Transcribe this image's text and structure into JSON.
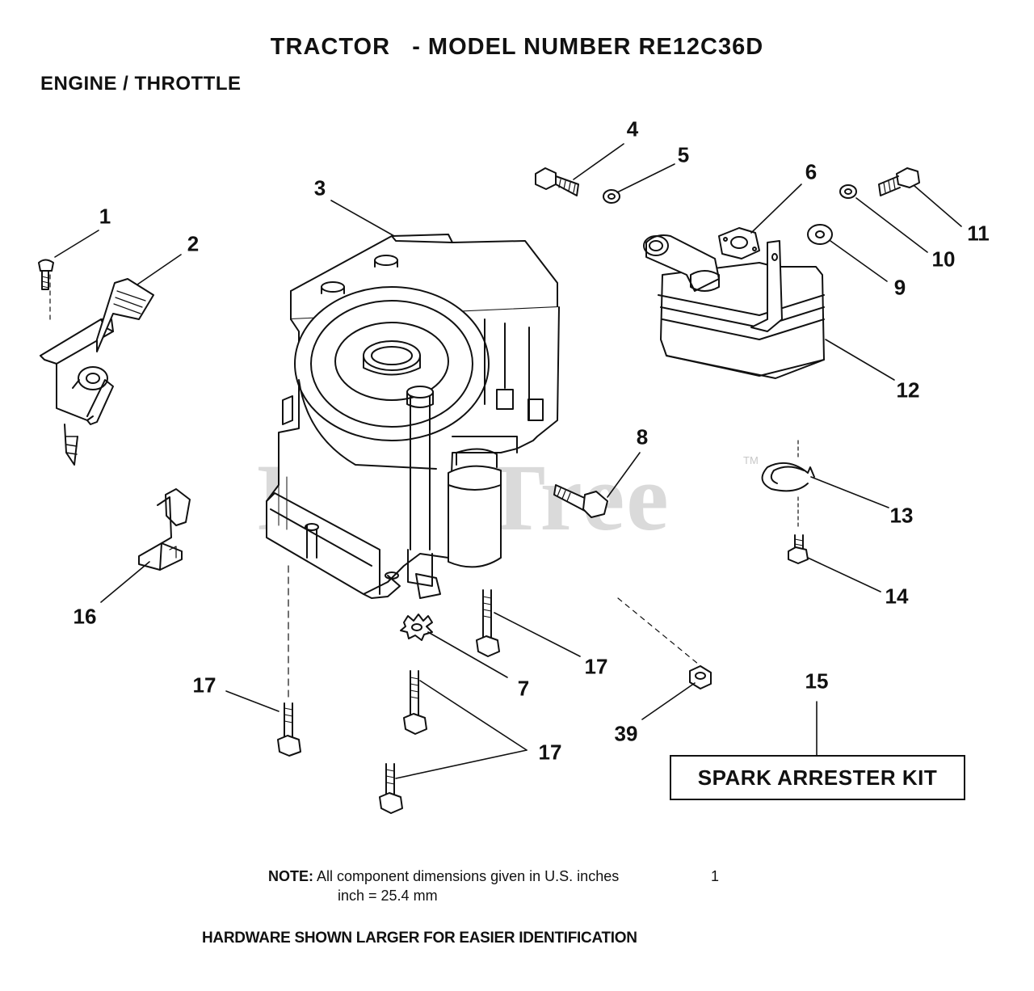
{
  "header": {
    "title": "TRACTOR   - MODEL NUMBER RE12C36D",
    "subtitle": "ENGINE / THROTTLE"
  },
  "watermark": {
    "text": "PartsTree",
    "tm": "TM"
  },
  "callouts": [
    {
      "id": "c1",
      "text": "1"
    },
    {
      "id": "c2",
      "text": "2"
    },
    {
      "id": "c3",
      "text": "3"
    },
    {
      "id": "c4",
      "text": "4"
    },
    {
      "id": "c5",
      "text": "5"
    },
    {
      "id": "c6",
      "text": "6"
    },
    {
      "id": "c7",
      "text": "7"
    },
    {
      "id": "c8",
      "text": "8"
    },
    {
      "id": "c9",
      "text": "9"
    },
    {
      "id": "c10",
      "text": "10"
    },
    {
      "id": "c11",
      "text": "11"
    },
    {
      "id": "c12",
      "text": "12"
    },
    {
      "id": "c13",
      "text": "13"
    },
    {
      "id": "c14",
      "text": "14"
    },
    {
      "id": "c15",
      "text": "15"
    },
    {
      "id": "c16",
      "text": "16"
    },
    {
      "id": "c17a",
      "text": "17"
    },
    {
      "id": "c17b",
      "text": "17"
    },
    {
      "id": "c17c",
      "text": "17"
    },
    {
      "id": "c39",
      "text": "39"
    }
  ],
  "kit_box": {
    "label": "SPARK ARRESTER KIT"
  },
  "note": {
    "prefix": "NOTE:",
    "line1": "All component dimensions given in U.S. inches",
    "one": "1",
    "line2": "inch = 25.4 mm"
  },
  "footer": "HARDWARE SHOWN LARGER FOR EASIER IDENTIFICATION"
}
